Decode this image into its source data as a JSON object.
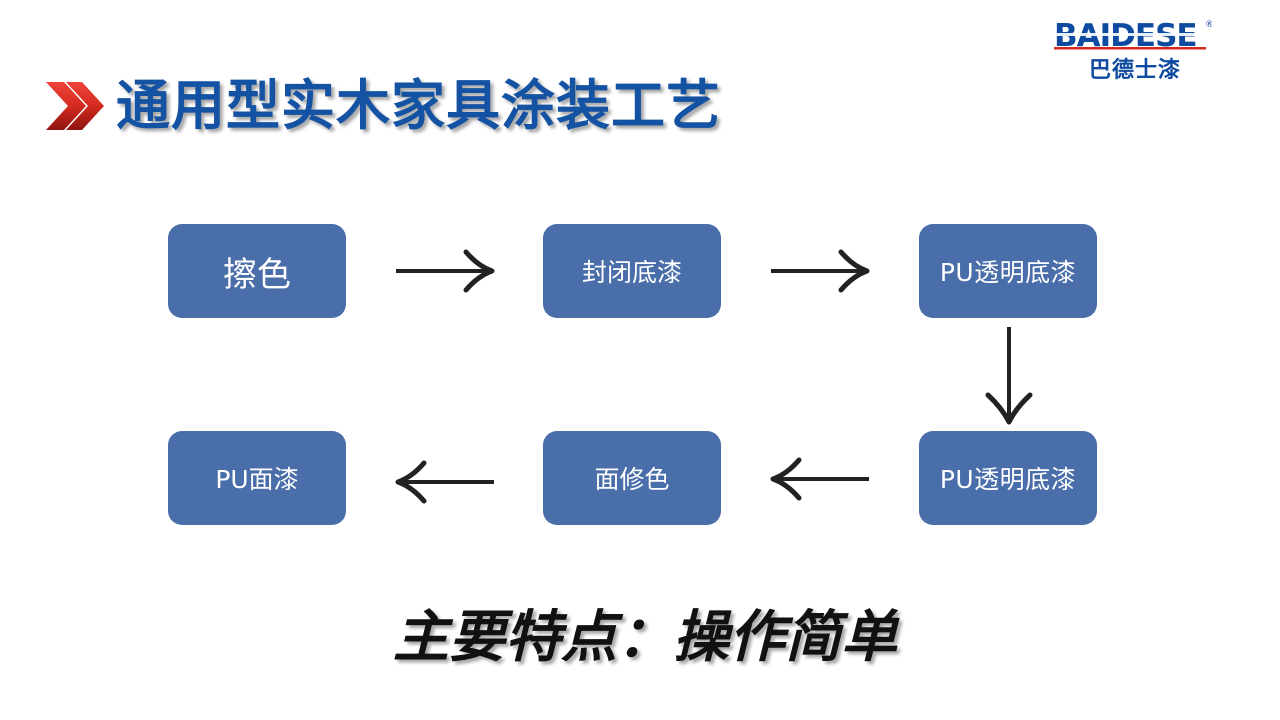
{
  "logo": {
    "brand": "BAIDESE",
    "registered_mark": "®",
    "brand_cn": "巴德士漆",
    "color": "#0e4aa0"
  },
  "title": {
    "text": "通用型实木家具涂装工艺",
    "color": "#1452a3",
    "chevron_color": "#d42a1f"
  },
  "process": {
    "box_color": "#4a6ea9",
    "steps": [
      {
        "label": "擦色"
      },
      {
        "label": "封闭底漆"
      },
      {
        "label": "PU透明底漆"
      },
      {
        "label": "PU透明底漆"
      },
      {
        "label": "面修色"
      },
      {
        "label": "PU面漆"
      }
    ],
    "arrows": [
      "arrow-right-icon",
      "arrow-right-icon",
      "arrow-down-icon",
      "arrow-left-icon",
      "arrow-left-icon"
    ]
  },
  "feature": {
    "text": "主要特点：操作简单"
  }
}
